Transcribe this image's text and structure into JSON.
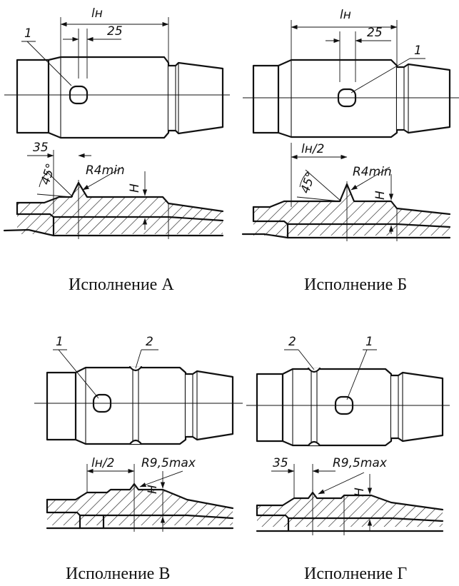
{
  "variants": [
    {
      "caption": "Исполнение А",
      "labels": {
        "ln": "lн",
        "d25": "25",
        "d35": "35",
        "angle": "45°",
        "radius": "R4min",
        "h": "H",
        "callout1": "1"
      }
    },
    {
      "caption": "Исполнение Б",
      "labels": {
        "ln": "lн",
        "d25": "25",
        "lhalf": "lн/2",
        "angle": "45°",
        "radius": "R4min",
        "h": "H",
        "callout1": "1"
      }
    },
    {
      "caption": "Исполнение В",
      "labels": {
        "lhalf": "lн/2",
        "radius": "R9,5max",
        "h": "H",
        "callout1": "1",
        "callout2": "2"
      }
    },
    {
      "caption": "Исполнение Г",
      "labels": {
        "d35": "35",
        "radius": "R9,5max",
        "h": "H",
        "callout1": "1",
        "callout2": "2"
      }
    }
  ]
}
